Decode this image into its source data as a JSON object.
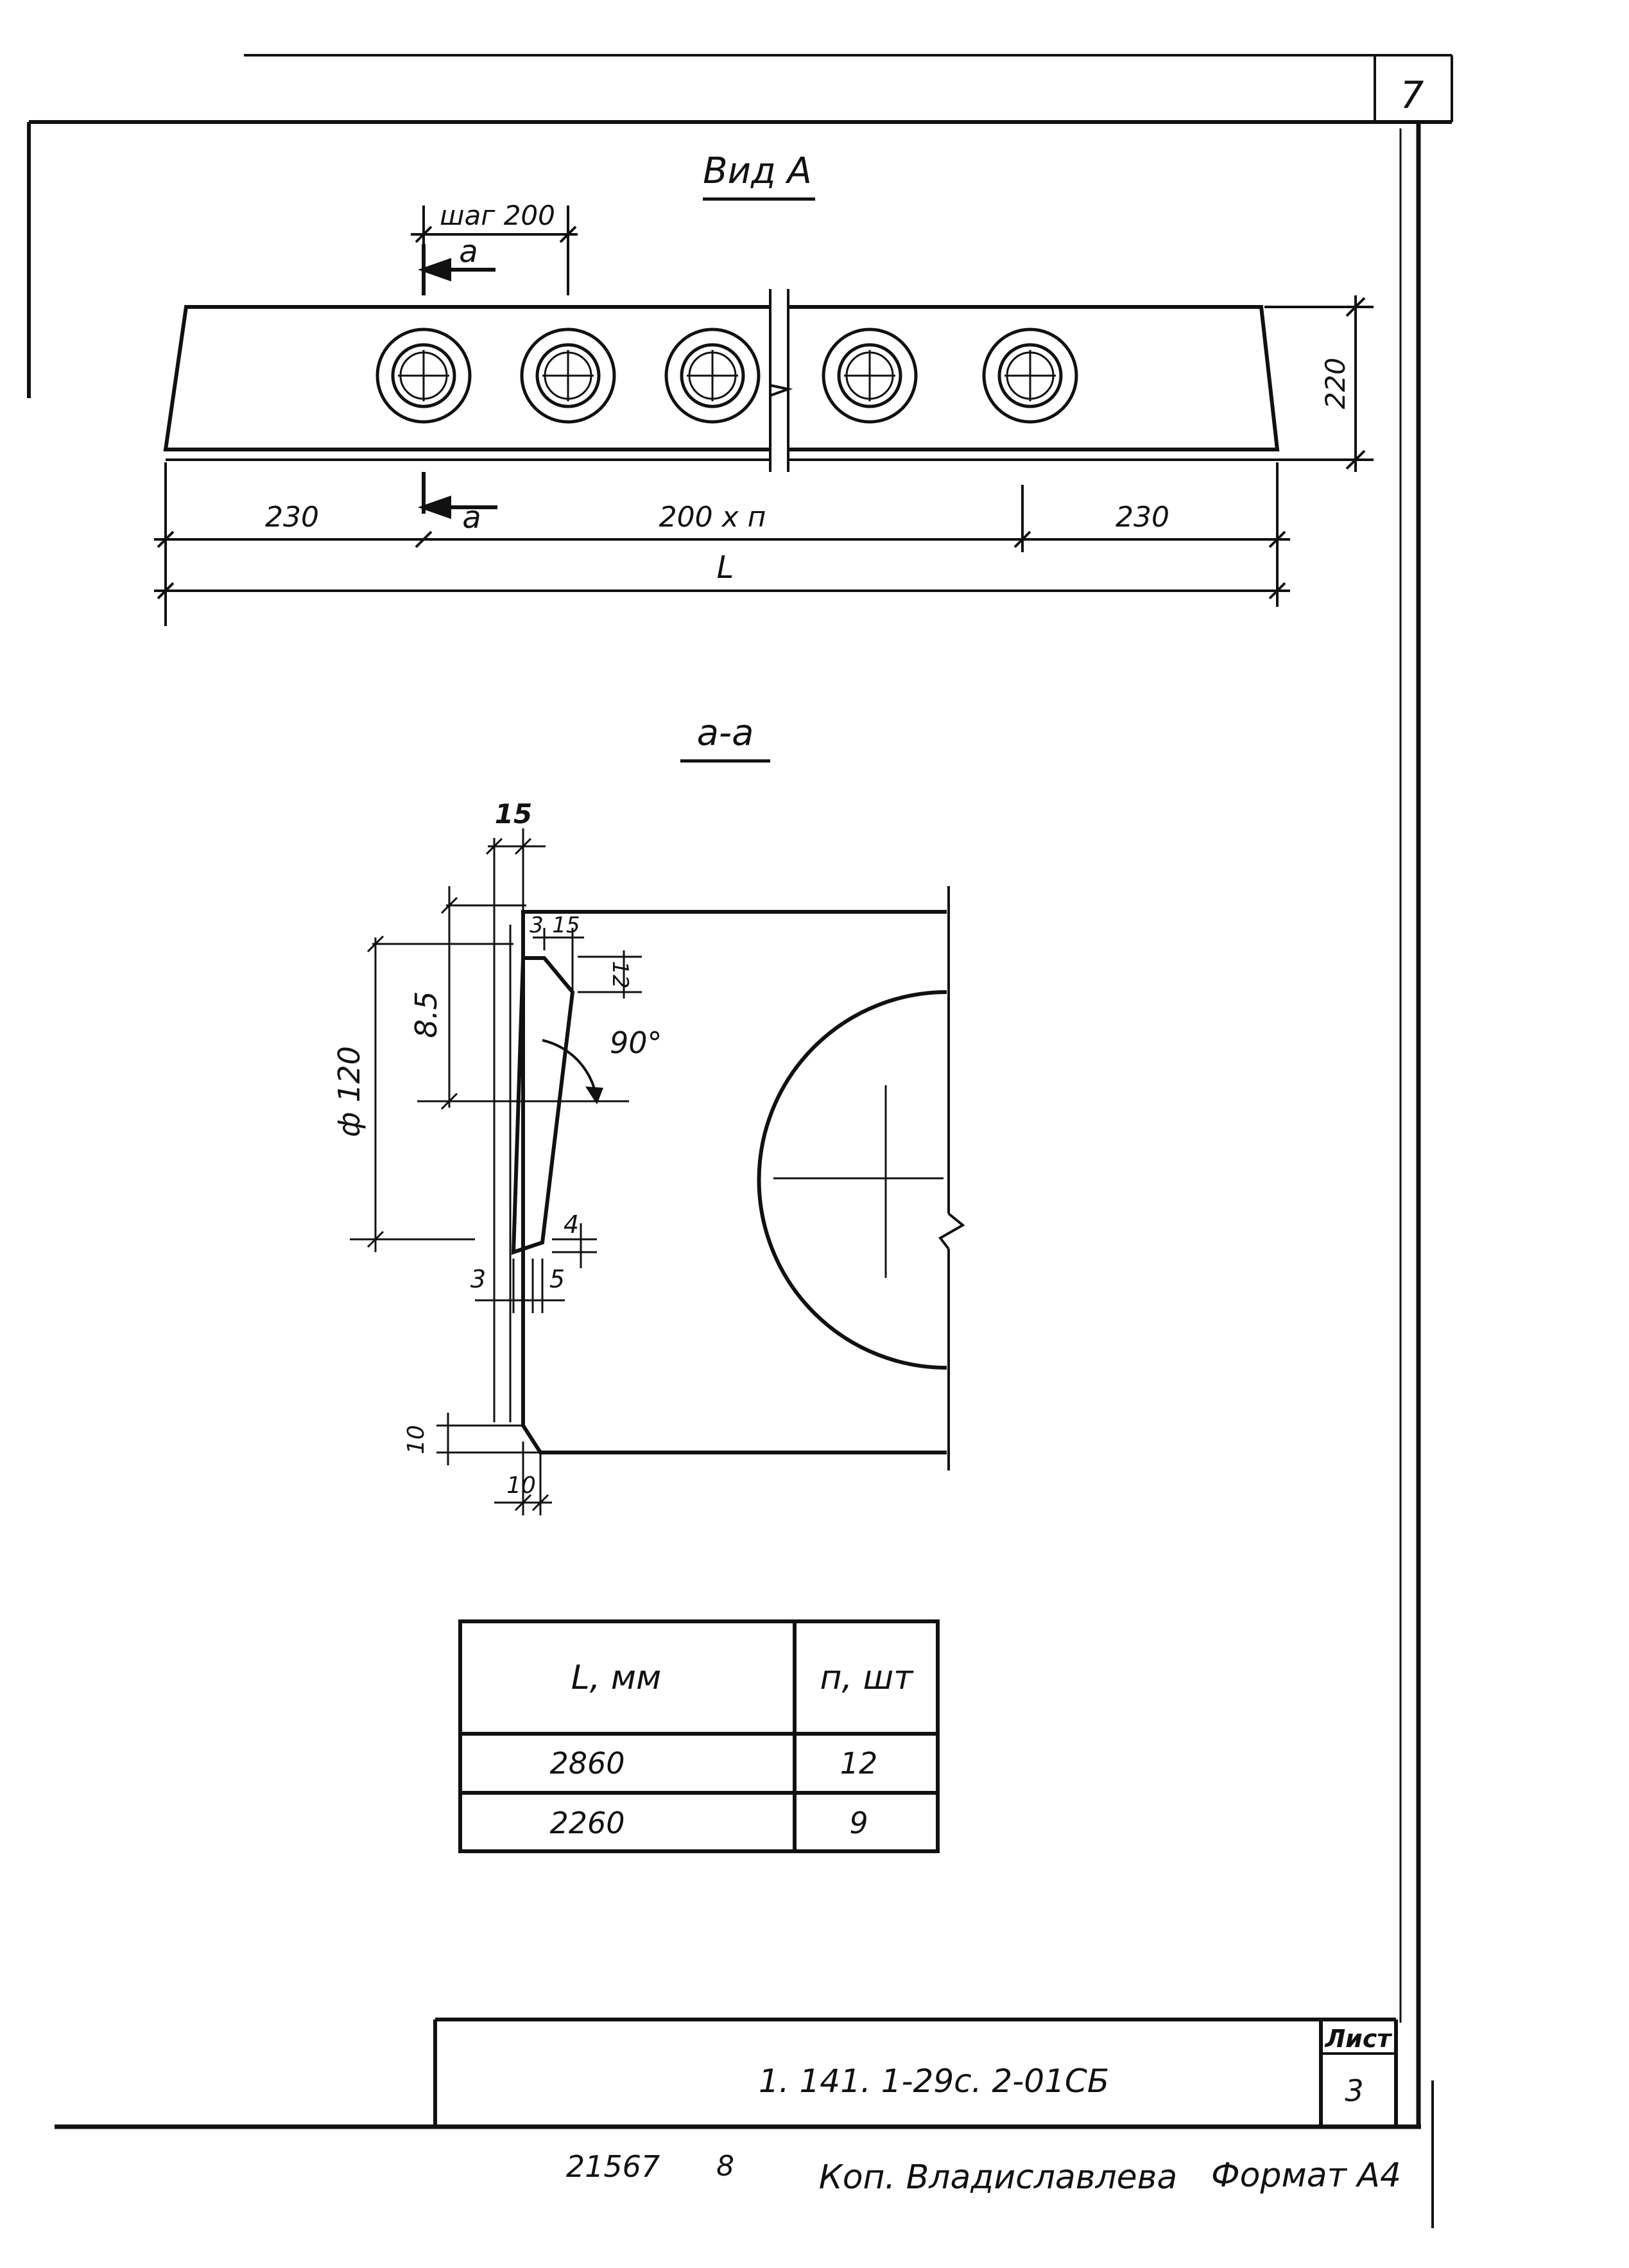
{
  "sheet_number": "7",
  "view_a": {
    "title": "Вид А",
    "pitch_label": "шаг 200",
    "section_mark_top": "а",
    "section_mark_bottom": "а",
    "height_dim": "220",
    "left_dim": "230",
    "middle_dim": "200 х п",
    "right_dim": "230",
    "total_dim": "L"
  },
  "section_aa": {
    "title": "а-а",
    "dims": {
      "top_width": "15",
      "d3_top": "3",
      "d15_top": "15",
      "d12": "12",
      "d85": "8.5",
      "angle": "90°",
      "diameter": "ф 120",
      "d4": "4",
      "d3_bottom": "3",
      "d5": "5",
      "d10_vertical": "10",
      "d10_horizontal": "10"
    }
  },
  "table": {
    "headers": [
      "L, мм",
      "п, шт"
    ],
    "rows": [
      [
        "2860",
        "12"
      ],
      [
        "2260",
        "9"
      ]
    ]
  },
  "title_block": {
    "doc_code": "1. 141. 1-29с. 2-01СБ",
    "sheet_label": "Лист",
    "sheet_value": "3"
  },
  "footer": {
    "inventory": "21567",
    "mark": "8",
    "copied_by": "Коп. Владиславлева",
    "format": "Формат А4"
  }
}
